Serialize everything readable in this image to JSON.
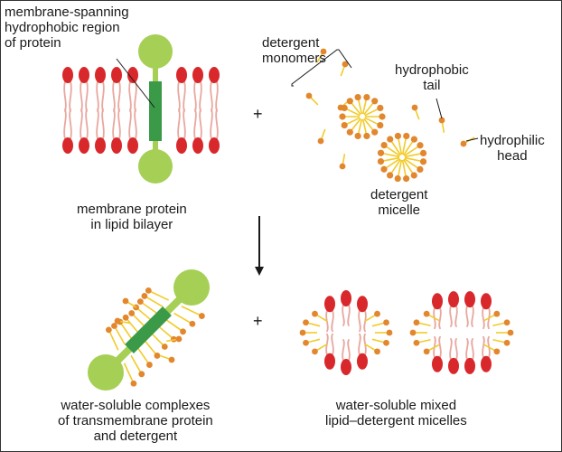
{
  "colors": {
    "lipid_head": "#d8282b",
    "lipid_tail": "#e8a79f",
    "protein_hydrophilic": "#a6cf55",
    "protein_hydrophobic": "#3a9a48",
    "detergent_head": "#e2872e",
    "detergent_tail": "#f2cb28",
    "text": "#1a1a1a"
  },
  "labels": {
    "membrane_spanning": "membrane-spanning\nhydrophobic region\nof protein",
    "detergent_monomers": "detergent\nmonomers",
    "hydrophobic_tail": "hydrophobic\ntail",
    "hydrophilic_head": "hydrophilic\nhead",
    "membrane_protein": "membrane protein\nin lipid bilayer",
    "detergent_micelle": "detergent\nmicelle",
    "complexes": "water-soluble complexes\nof transmembrane protein\nand detergent",
    "mixed_micelles": "water-soluble mixed\nlipid–detergent micelles",
    "plus_top": "+",
    "plus_bottom": "+"
  },
  "icons": [
    "down-arrow-icon"
  ]
}
